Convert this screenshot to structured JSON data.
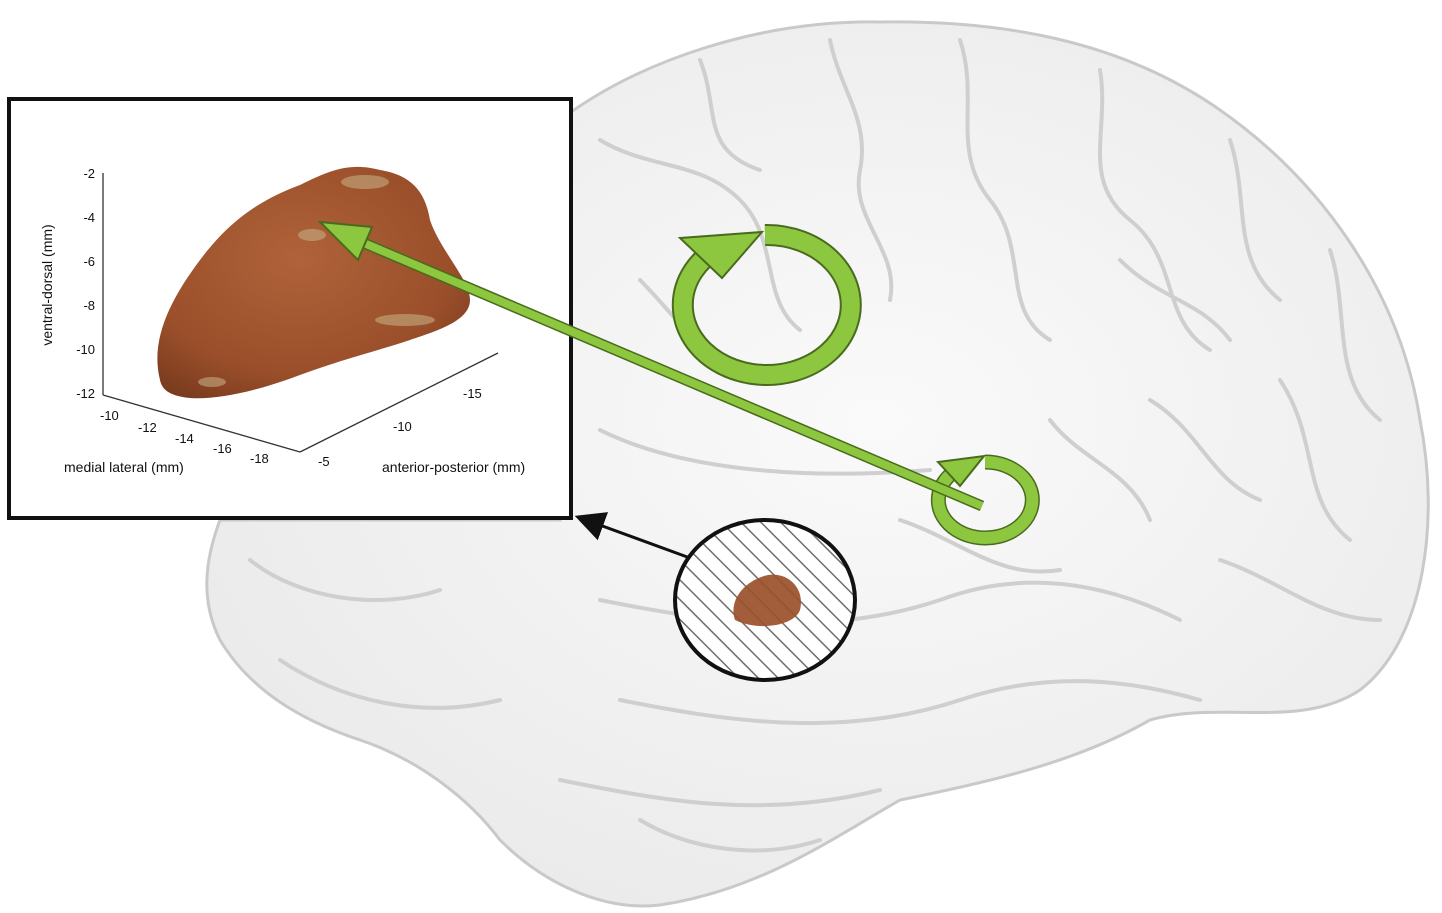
{
  "inset_plot": {
    "axes": {
      "z": {
        "label": "ventral-dorsal (mm)",
        "ticks": [
          "-2",
          "-4",
          "-6",
          "-8",
          "-10",
          "-12"
        ],
        "range": [
          -12,
          -2
        ]
      },
      "x": {
        "label": "medial lateral (mm)",
        "ticks": [
          "-10",
          "-12",
          "-14",
          "-16",
          "-18"
        ],
        "range": [
          -10,
          -18
        ]
      },
      "y": {
        "label": "anterior-posterior (mm)",
        "ticks": [
          "-5",
          "-10",
          "-15"
        ],
        "range": [
          -5,
          -15
        ]
      }
    },
    "object_color": "#9a4f2a"
  },
  "colors": {
    "loop_arrows": "#8dc63f",
    "loop_outline": "#4a6b1e",
    "brain_fill": "#f2f2f2",
    "brain_stroke": "#c9c9c9",
    "inset_border": "#111111"
  }
}
